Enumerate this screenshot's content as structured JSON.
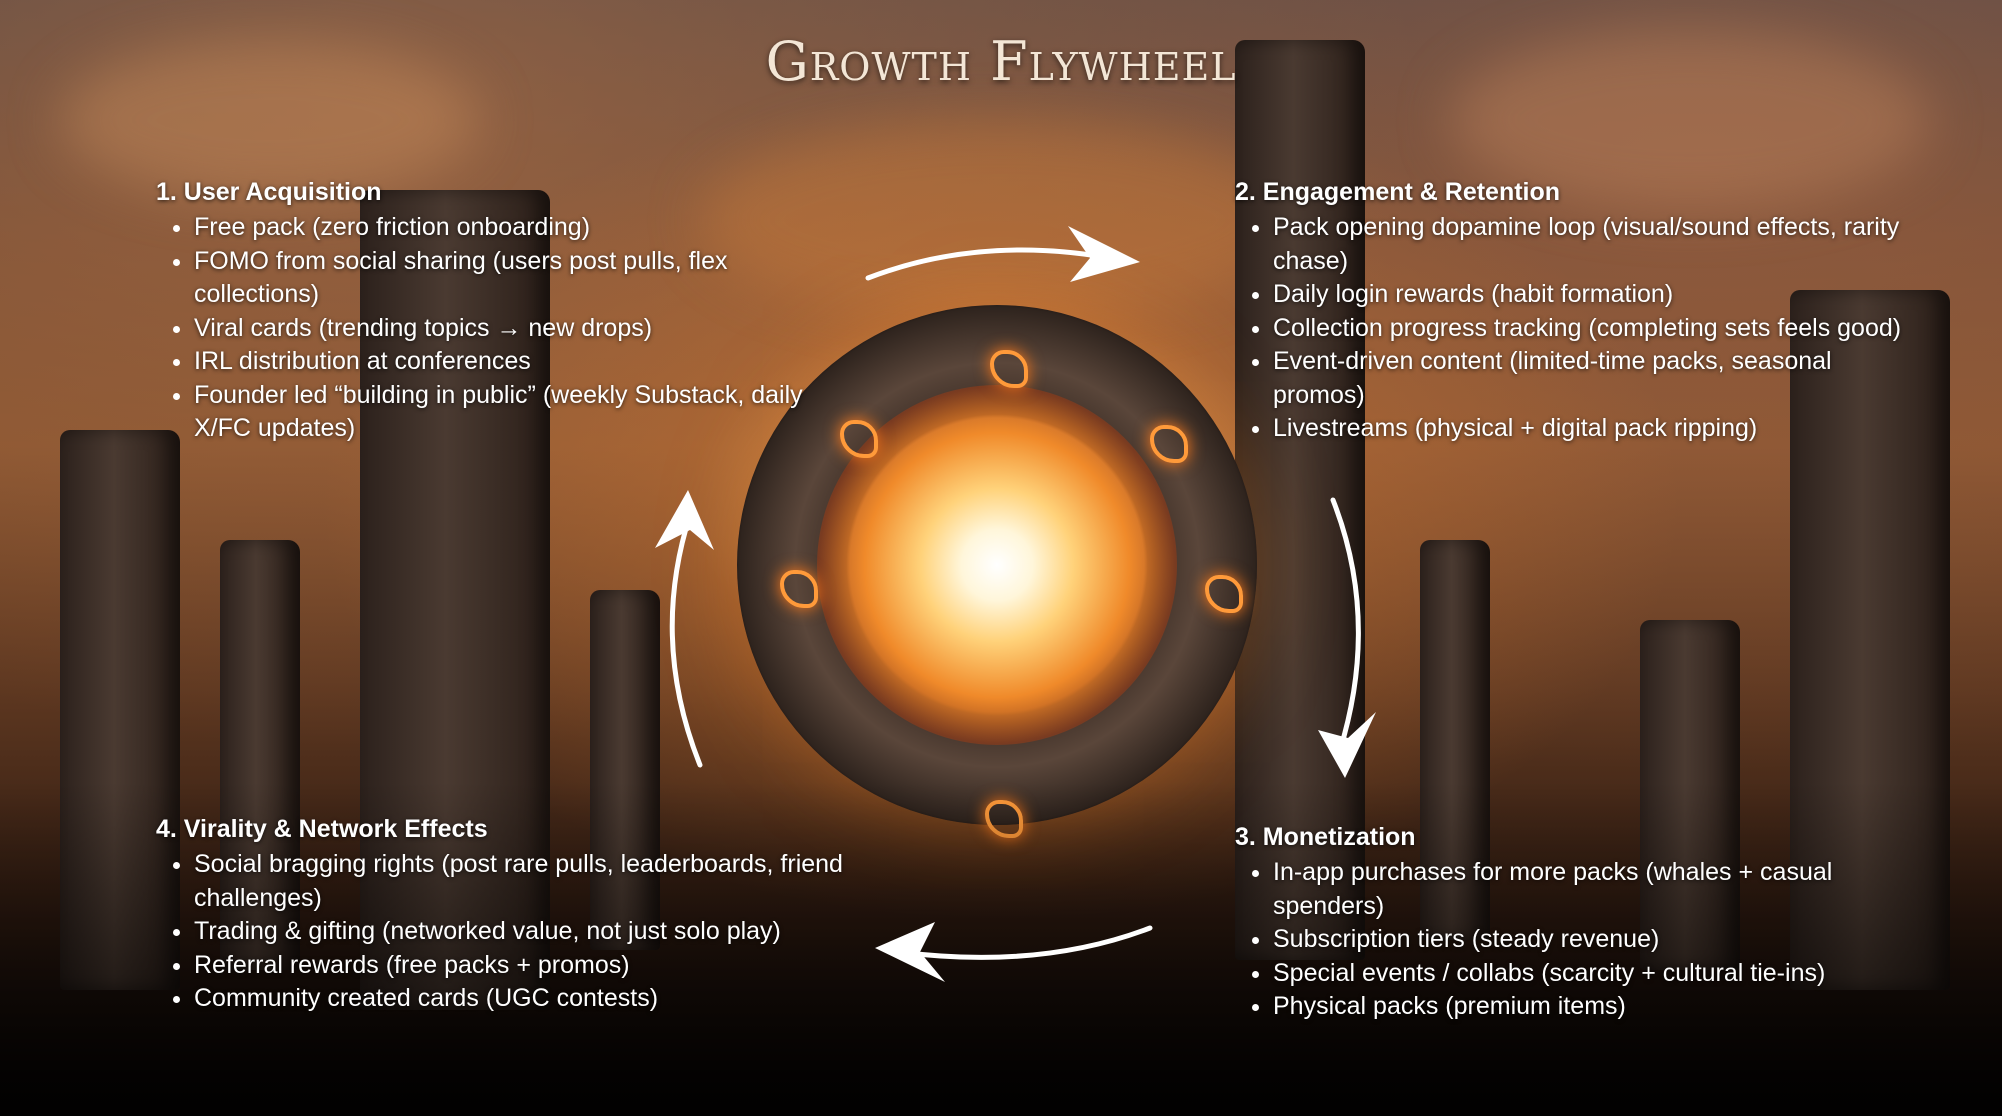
{
  "title": "Growth Flywheel",
  "sections": [
    {
      "heading": "1. User Acquisition",
      "items": [
        "Free pack (zero friction onboarding)",
        "FOMO from social sharing (users post pulls, flex collections)",
        "Viral cards (trending topics → new drops)",
        "IRL distribution at conferences",
        "Founder led “building in public” (weekly Substack, daily X/FC updates)"
      ]
    },
    {
      "heading": "2. Engagement & Retention",
      "items": [
        "Pack opening dopamine loop (visual/sound effects, rarity chase)",
        "Daily login rewards (habit formation)",
        "Collection progress tracking (completing sets feels good)",
        "Event-driven content (limited-time packs, seasonal promos)",
        "Livestreams (physical + digital pack ripping)"
      ]
    },
    {
      "heading": "3. Monetization",
      "items": [
        "In-app purchases for more packs (whales + casual spenders)",
        "Subscription tiers (steady revenue)",
        "Special events / collabs (scarcity + cultural tie-ins)",
        "Physical packs (premium items)"
      ]
    },
    {
      "heading": "4. Virality & Network Effects",
      "items": [
        "Social bragging rights (post rare pulls, leaderboards, friend challenges)",
        "Trading & gifting (networked value, not just solo play)",
        "Referral rewards (free packs + promos)",
        "Community created cards (UGC contests)"
      ]
    }
  ],
  "colors": {
    "text": "#ffffff",
    "title": "#f3e6d6",
    "arrow": "#ffffff",
    "glow": "#ffd27a"
  },
  "icons": [
    "arrow-right-icon",
    "arrow-down-icon",
    "arrow-left-icon",
    "arrow-up-icon"
  ]
}
